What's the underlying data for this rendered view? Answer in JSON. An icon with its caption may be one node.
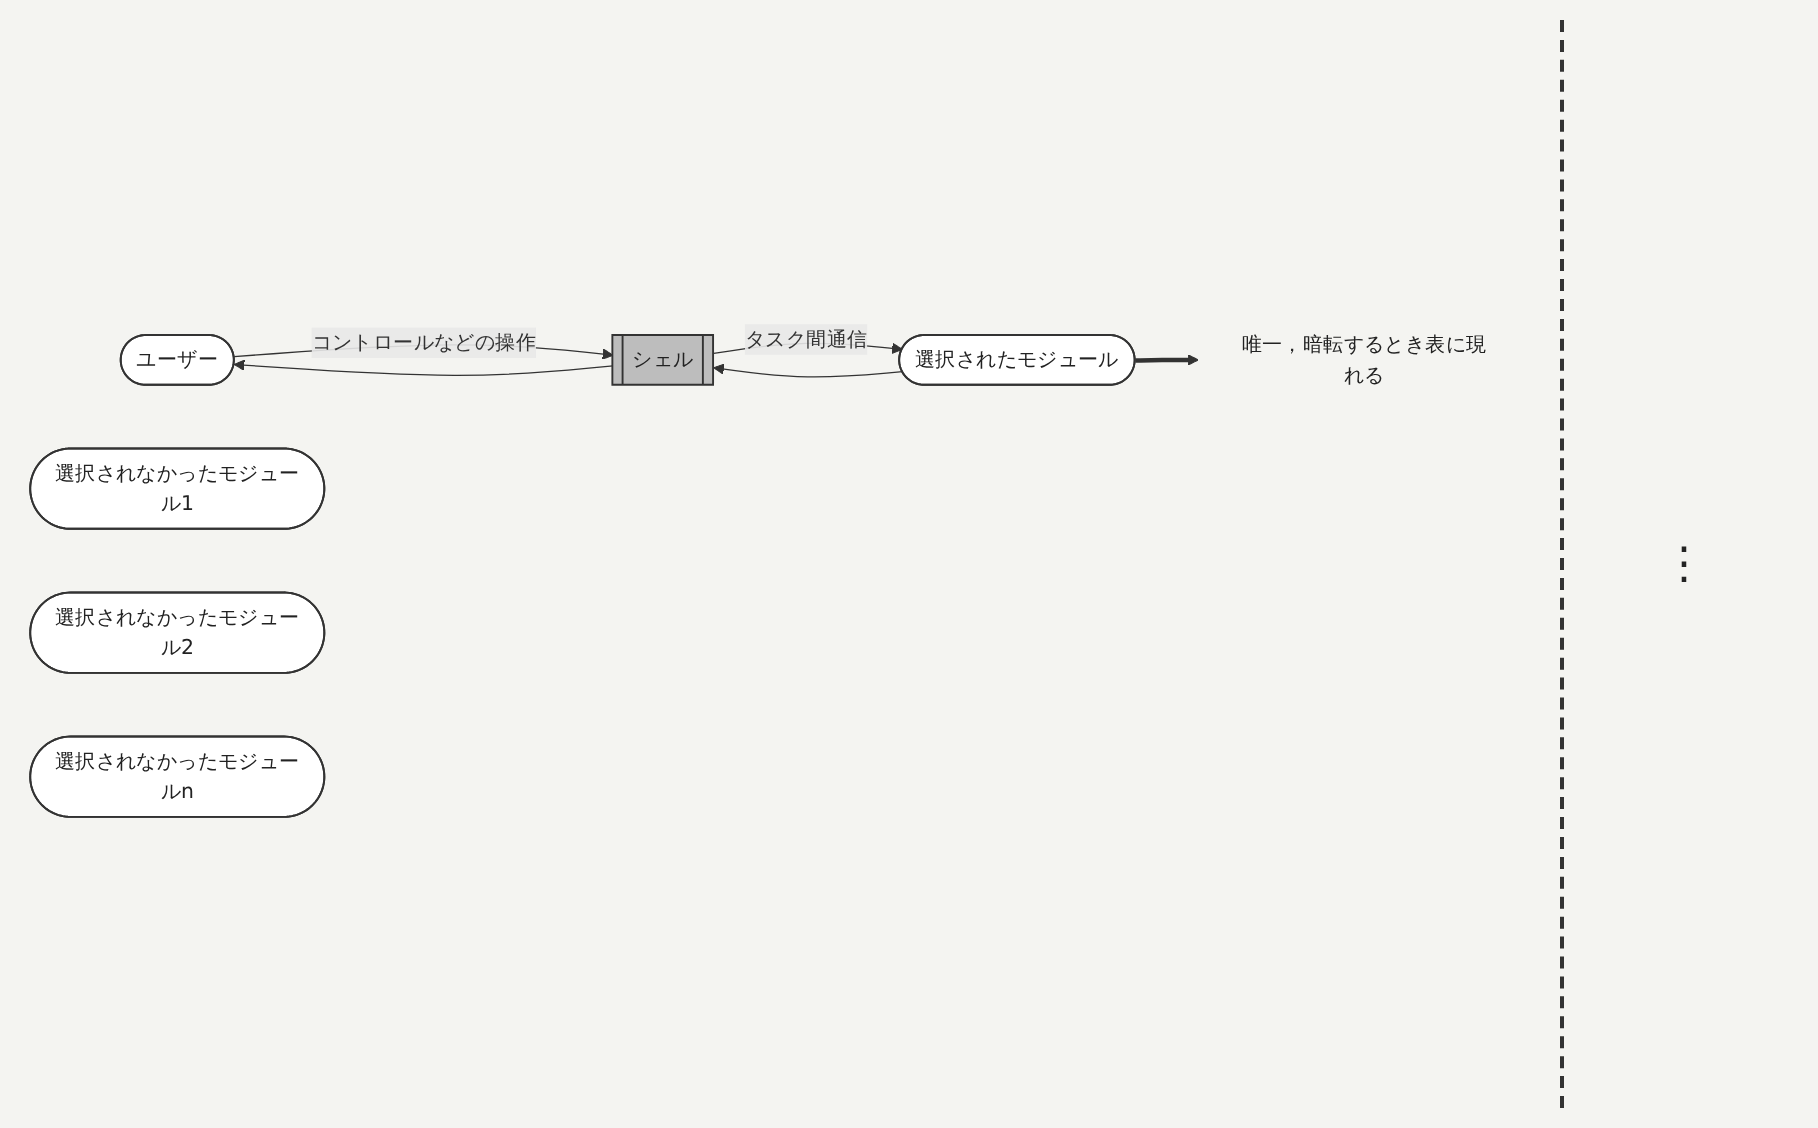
{
  "diagram": {
    "nodes": [
      {
        "text": [
          "ユーザー"
        ]
      },
      {
        "text": [
          "シェル"
        ]
      },
      {
        "text": [
          "選択されたモジュール"
        ]
      },
      {
        "text": [
          "唯一，暗転するとき表に現れる"
        ]
      },
      {
        "text": [
          "選択されなかったモジュール1"
        ]
      },
      {
        "text": [
          "選択されなかったモジュール2"
        ]
      },
      {
        "text": [
          "選択されなかったモジュールn"
        ]
      }
    ],
    "edges": [
      {
        "from": 0,
        "to": 1,
        "arrow": "to",
        "label": "コントロールなどの操作"
      },
      {
        "from": 1,
        "to": 0,
        "arrow": "to"
      },
      {
        "from": 1,
        "to": 2,
        "arrow": "to",
        "label": "タスク間通信"
      },
      {
        "from": 2,
        "to": 1,
        "arrow": "to"
      },
      {
        "from": 2,
        "to": 3,
        "arrow": "to",
        "style": "thick"
      }
    ],
    "labels": [
      "⋮"
    ]
  }
}
